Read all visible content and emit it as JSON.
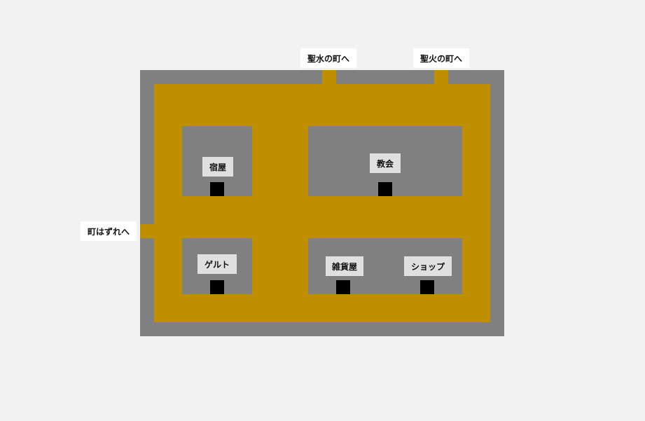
{
  "map": {
    "buildings": {
      "inn": {
        "label": "宿屋"
      },
      "church": {
        "label": "教会"
      },
      "gelt": {
        "label": "ゲルト"
      },
      "general_store": {
        "label": "雑貨屋"
      },
      "shop": {
        "label": "ショップ"
      }
    },
    "exits": {
      "holy_water_town": {
        "label": "聖水の町へ"
      },
      "holy_fire_town": {
        "label": "聖火の町へ"
      },
      "town_outskirts": {
        "label": "町はずれへ"
      }
    },
    "colors": {
      "background": "#f2f2f2",
      "wall": "#808080",
      "road": "#bf8f00",
      "door": "#000000",
      "building_label_bg": "#e0e0e0",
      "exit_label_bg": "#ffffff"
    }
  }
}
